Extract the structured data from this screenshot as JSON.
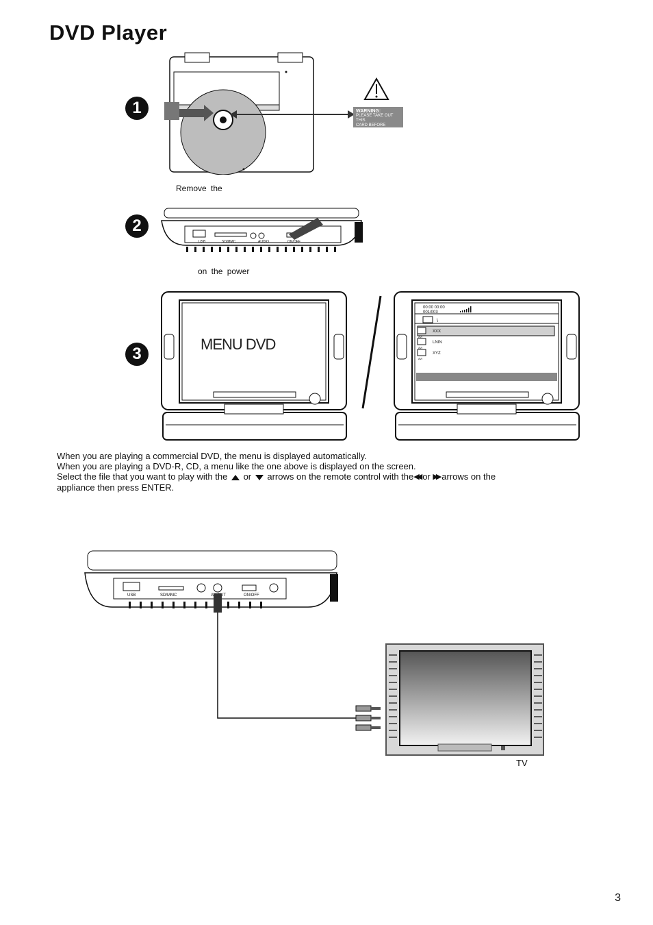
{
  "page": {
    "title": "DVD  Player",
    "page_number": "3"
  },
  "steps": [
    {
      "badge": "1",
      "caption": "Remove  the"
    },
    {
      "badge": "2",
      "caption": "on  the  power"
    },
    {
      "badge": "3",
      "caption": ""
    }
  ],
  "warning_label": {
    "heading": "WARNING:",
    "line1": "PLEASE TAKE OUT THIS",
    "line2": "CARD BEFORE PLAYBACK"
  },
  "device_labels": {
    "usb": "USB",
    "sd_mmc": "SD/MMC",
    "audio": "AUDIO",
    "on_off": "ON/OFF",
    "av_out": "AV OUT"
  },
  "screens": {
    "left_screen_text": "MENU DVD",
    "right_screen": {
      "time": "00:00  00:00",
      "track": "001/003",
      "folder": "\\",
      "files": [
        {
          "name": "XXX",
          "type": "AVI",
          "selected": true
        },
        {
          "name": "LNIN",
          "type": "AVI",
          "selected": false
        },
        {
          "name": "XYZ",
          "type": "AVI",
          "selected": false
        }
      ]
    }
  },
  "instructions": {
    "line1": "When you are playing a commercial DVD, the menu is displayed automatically.",
    "line2": "When you are playing a DVD-R, CD,        a menu like the one above is displayed on the screen.",
    "line3_a": "Select the file that you want to play with the",
    "line3_or1": "or",
    "line3_b": "arrows on the remote control with the",
    "line3_or2": "or",
    "line3_c": "arrows on the",
    "line4": "appliance then press ENTER."
  },
  "tv": {
    "label": "TV"
  }
}
